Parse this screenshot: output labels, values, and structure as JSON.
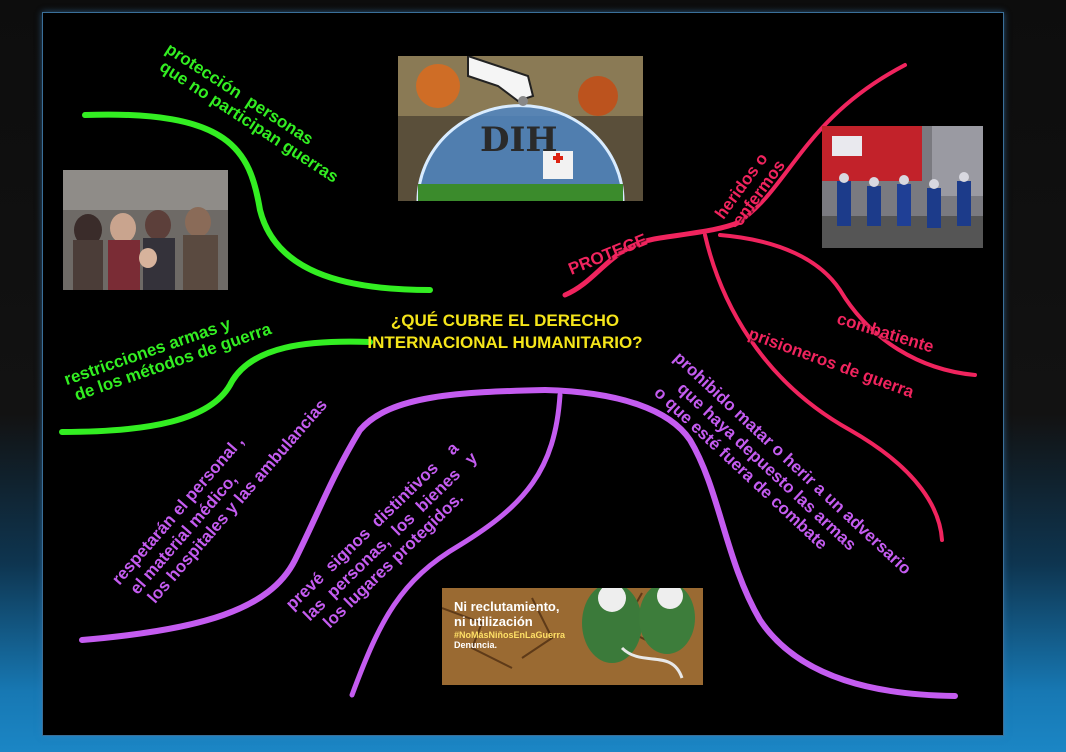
{
  "center": {
    "title": "¿QUÉ CUBRE EL DERECHO INTERNACIONAL HUMANITARIO?"
  },
  "branches": {
    "proteccion": "protección  personas\n que no participan guerras",
    "restricciones": "restricciones armas y\n de los métodos de guerra",
    "protege": "PROTEGE",
    "heridos": "heridos o\n enfermos",
    "combatiente": "combatiente",
    "prisioneros": "prisioneros de guerra",
    "prohibido": "prohibido matar o herir a un adversario\n     que haya depuesto las armas\n  o que esté fuera de combate",
    "respetaran": "respetarán el personal ,\n el material médico,\n  los hospitales y las ambulancias",
    "preve": "prevé  signos  distintivos    a\n las  personas,  los  bienes   y\n   los lugares protegidos."
  },
  "images": {
    "dih_logo_text": "DIH",
    "poster_line1": "Ni reclutamiento,",
    "poster_line2": "ni utilización",
    "poster_hashtag": "#NoMásNiñosEnLaGuerra",
    "poster_line3": "Denuncia."
  },
  "colors": {
    "green": "#33ee22",
    "pink": "#f0245e",
    "violet": "#c45cf0",
    "title": "#f5e51a"
  }
}
